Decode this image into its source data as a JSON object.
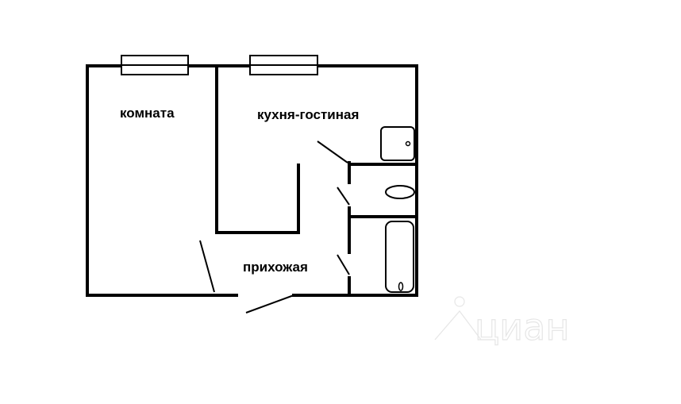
{
  "rooms": {
    "room": "комната",
    "kitchen_living": "кухня-гостиная",
    "hallway": "прихожая"
  },
  "watermark": "циан"
}
